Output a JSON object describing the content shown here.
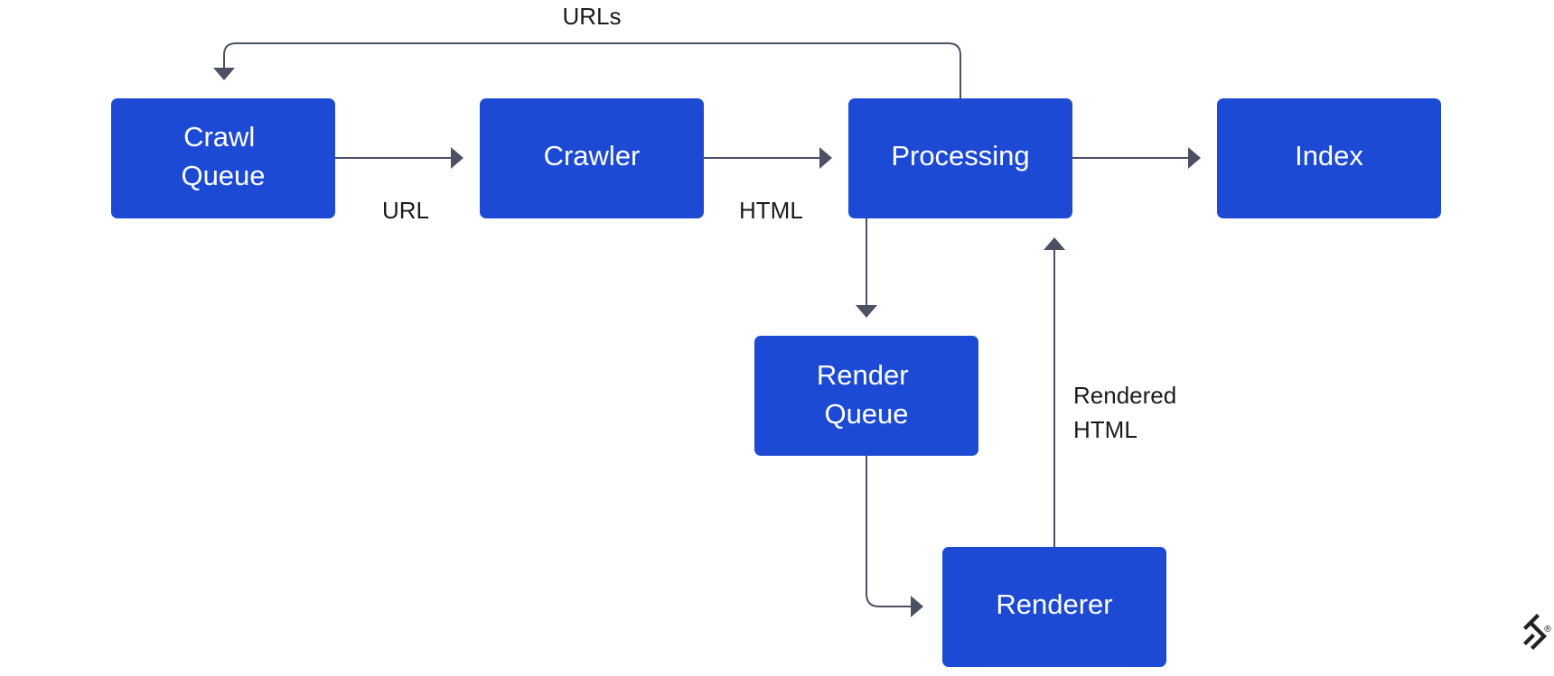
{
  "colors": {
    "node_fill": "#1c4ad4",
    "node_text": "#ffffff",
    "edge": "#4b5163",
    "label_text": "#1b1b1b"
  },
  "nodes": {
    "crawl_queue": {
      "line1": "Crawl",
      "line2": "Queue"
    },
    "crawler": {
      "label": "Crawler"
    },
    "processing": {
      "label": "Processing"
    },
    "index": {
      "label": "Index"
    },
    "render_queue": {
      "line1": "Render",
      "line2": "Queue"
    },
    "renderer": {
      "label": "Renderer"
    }
  },
  "edges": {
    "urls_feedback": {
      "label": "URLs"
    },
    "crawl_queue_to_crawler": {
      "label": "URL"
    },
    "crawler_to_processing": {
      "label": "HTML"
    },
    "processing_to_index": {
      "label": ""
    },
    "processing_to_render_queue": {
      "label": ""
    },
    "render_queue_to_renderer": {
      "label": ""
    },
    "renderer_to_processing": {
      "line1": "Rendered",
      "line2": "HTML"
    }
  },
  "logo": {
    "icon": "toptal-logo-icon",
    "mark": "®"
  }
}
